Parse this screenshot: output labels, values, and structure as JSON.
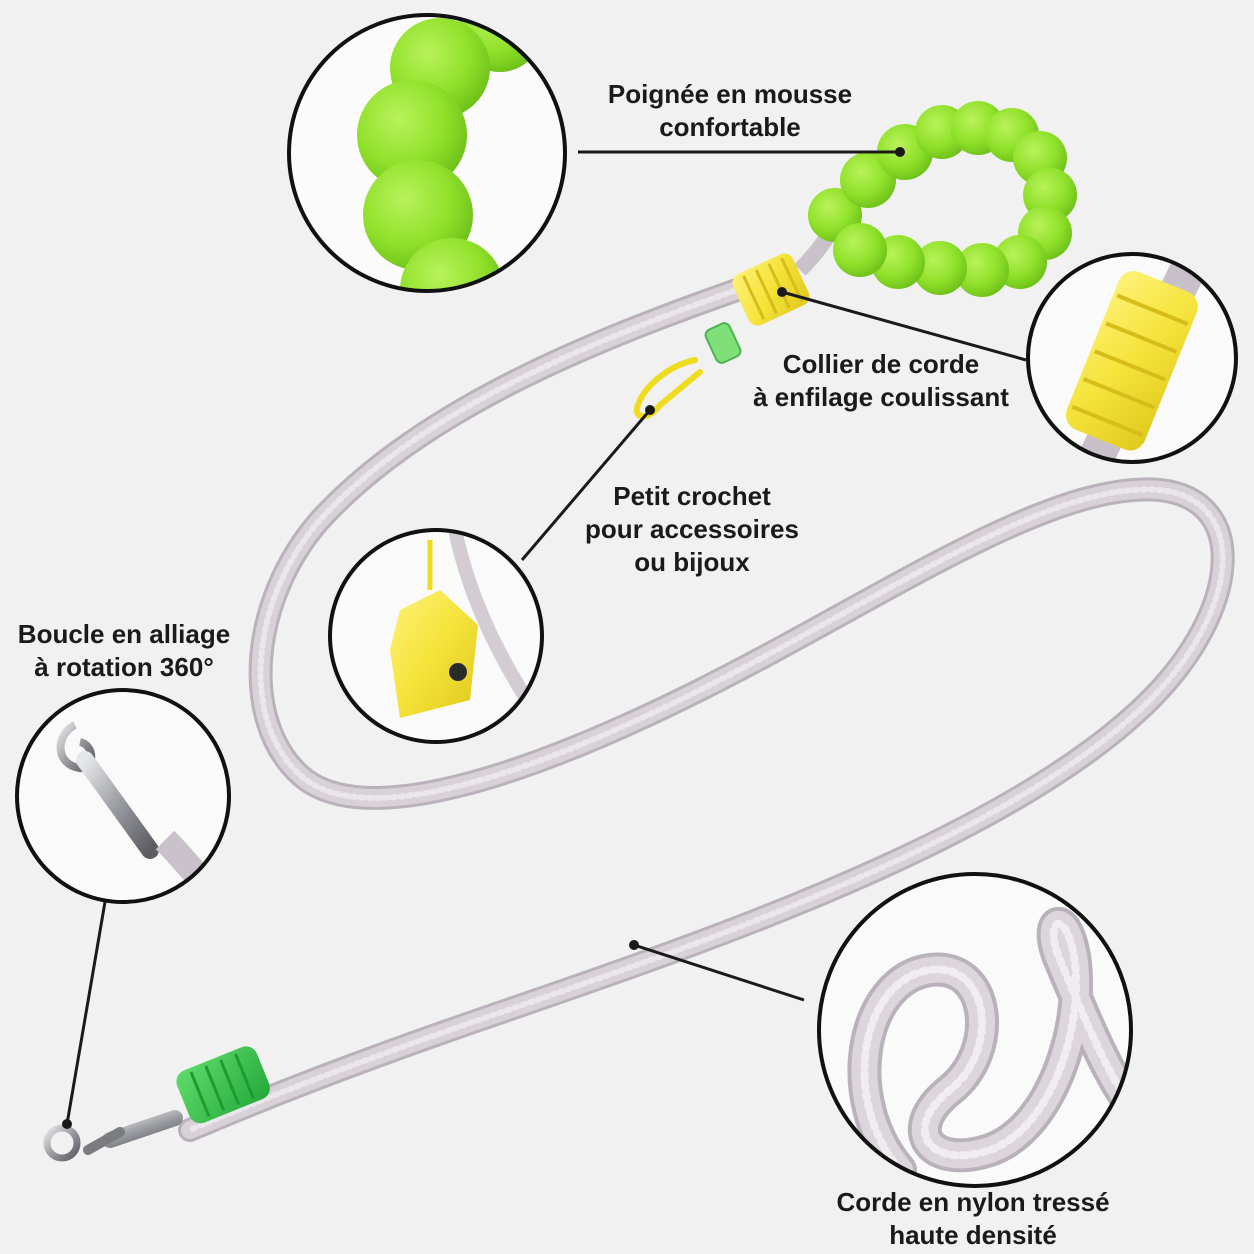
{
  "colors": {
    "background": "#f1f1f1",
    "rope": "#d3ccd3",
    "rope_shadow": "#b9b2bb",
    "foam_green": "#8fe02a",
    "collar_yellow": "#f4e33a",
    "end_collar_green": "#35c24a",
    "metal": "#a7a9ad",
    "line": "#1a1a1a"
  },
  "callouts": {
    "handle": {
      "lines": [
        "Poignée en mousse",
        "confortable"
      ],
      "icon": "foam-handle-icon"
    },
    "collar": {
      "lines": [
        "Collier de corde",
        "à enfilage coulissant"
      ],
      "icon": "rope-collar-icon"
    },
    "hook": {
      "lines": [
        "Petit crochet",
        "pour accessoires",
        "ou bijoux"
      ],
      "icon": "accessory-pouch-icon"
    },
    "buckle": {
      "lines": [
        "Boucle en alliage",
        "à rotation 360°"
      ],
      "icon": "snap-hook-icon"
    },
    "rope": {
      "lines": [
        "Corde en nylon tressé",
        "haute densité"
      ],
      "icon": "braided-rope-icon"
    }
  }
}
